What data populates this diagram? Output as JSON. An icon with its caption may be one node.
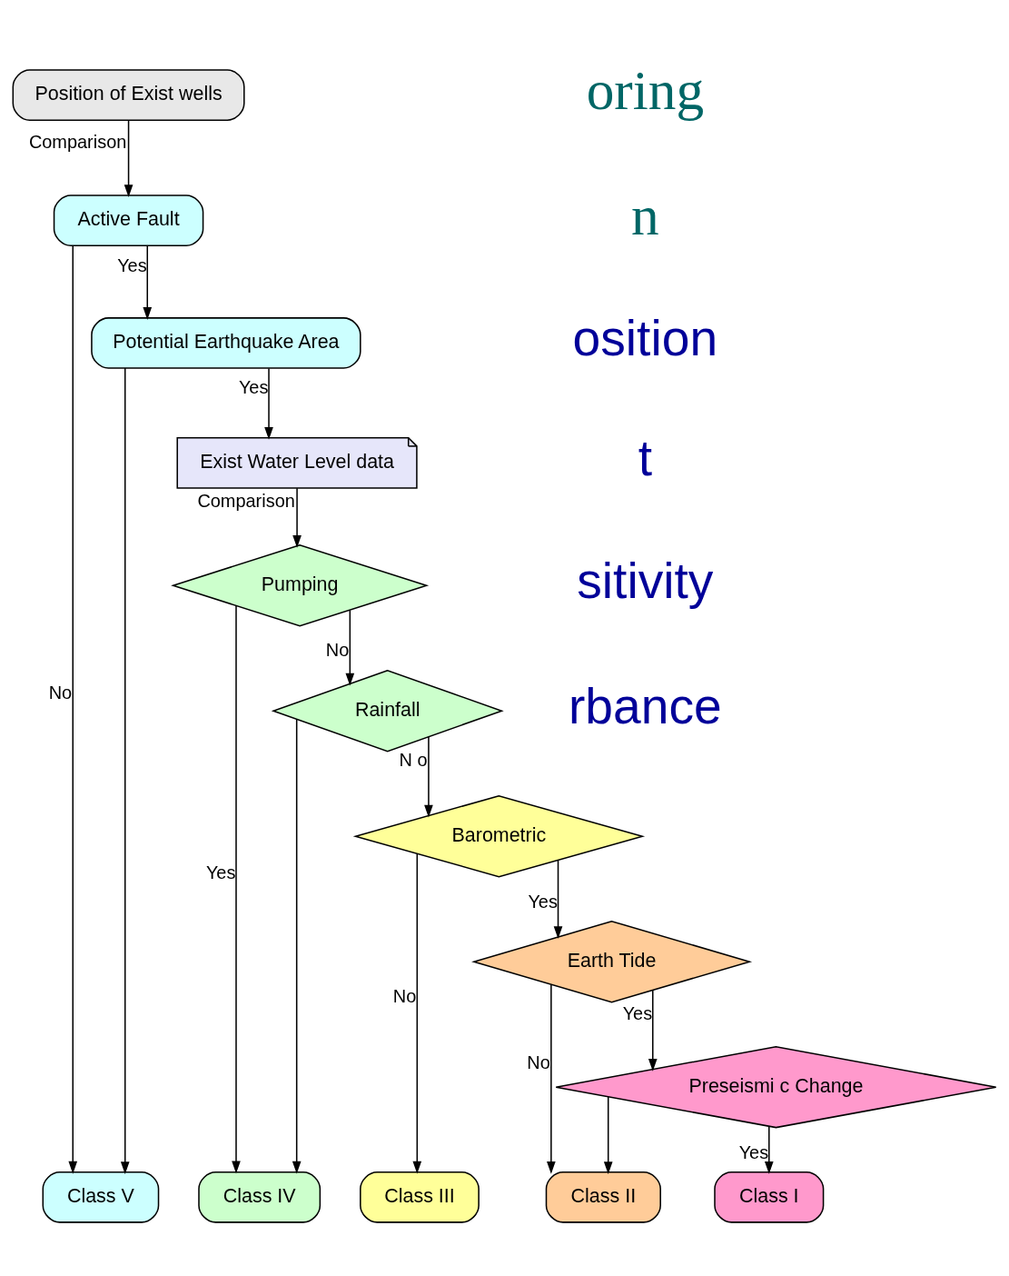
{
  "diagram": {
    "nodes": [
      {
        "text": [
          "Position of Exist wells"
        ]
      },
      {
        "text": [
          "Active Fault"
        ]
      },
      {
        "text": [
          "Potential Earthquake Area"
        ]
      },
      {
        "text": [
          "Exist Water Level data"
        ]
      },
      {
        "text": [
          "Pumping"
        ]
      },
      {
        "text": [
          "Rainfall"
        ]
      },
      {
        "text": [
          "Barometric"
        ]
      },
      {
        "text": [
          "Earth Tide"
        ]
      },
      {
        "text": [
          "Preseismi c Change"
        ]
      },
      {
        "text": [
          "Class V"
        ]
      },
      {
        "text": [
          "Class IV"
        ]
      },
      {
        "text": [
          "Class III"
        ]
      },
      {
        "text": [
          "Class II"
        ]
      },
      {
        "text": [
          "Class I"
        ]
      }
    ],
    "edges": [
      {
        "from": 0,
        "to": 1,
        "arrow": "to",
        "label": "Comparison"
      },
      {
        "from": 1,
        "to": 2,
        "arrow": "to",
        "label": "Yes"
      },
      {
        "from": 2,
        "to": 3,
        "arrow": "to",
        "label": "Yes"
      },
      {
        "from": 3,
        "to": 4,
        "arrow": "to",
        "label": "Comparison"
      },
      {
        "from": 4,
        "to": 5,
        "arrow": "to",
        "label": "No"
      },
      {
        "from": 5,
        "to": 6,
        "arrow": "to",
        "label": "N o"
      },
      {
        "from": 6,
        "to": 7,
        "arrow": "to",
        "label": "Yes"
      },
      {
        "from": 7,
        "to": 8,
        "arrow": "to",
        "label": "Yes"
      },
      {
        "from": 8,
        "to": 13,
        "arrow": "to",
        "label": "Yes"
      },
      {
        "from": 1,
        "to": 9,
        "arrow": "to",
        "label": "No"
      },
      {
        "from": 2,
        "to": 9,
        "arrow": "to"
      },
      {
        "from": 4,
        "to": 10,
        "arrow": "to",
        "label": "Yes"
      },
      {
        "from": 5,
        "to": 10,
        "arrow": "to"
      },
      {
        "from": 6,
        "to": 11,
        "arrow": "to",
        "label": "No"
      },
      {
        "from": 7,
        "to": 12,
        "arrow": "to",
        "label": "No"
      },
      {
        "from": 8,
        "to": 12,
        "arrow": "to"
      }
    ],
    "labels": [
      "oring",
      "n",
      "osition",
      "t",
      "sitivity",
      "rbance"
    ]
  }
}
